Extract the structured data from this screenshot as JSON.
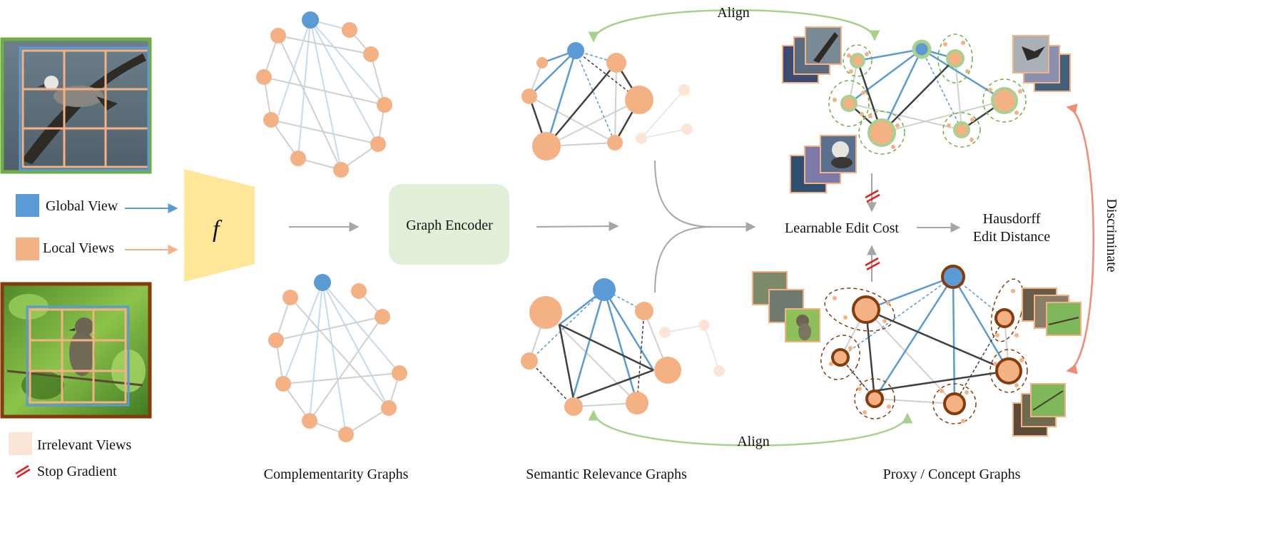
{
  "labels": {
    "align_top": "Align",
    "align_bottom": "Align",
    "global_view": "Global View",
    "local_views": "Local Views",
    "encoder_symbol": "f",
    "graph_encoder": "Graph Encoder",
    "learnable_edit_cost": "Learnable Edit Cost",
    "hausdorff_line1": "Hausdorff",
    "hausdorff_line2": "Edit Distance",
    "discriminate": "Discriminate",
    "irrelevant_views": "Irrelevant Views",
    "stop_gradient": "Stop Gradient",
    "complementarity_graphs": "Complementarity Graphs",
    "semantic_relevance_graphs": "Semantic Relevance Graphs",
    "proxy_concept_graphs": "Proxy / Concept Graphs"
  },
  "colors": {
    "global_blue": "#5b9bd5",
    "local_orange": "#f4b183",
    "irrelevant": "#fbe5d6",
    "encoder_yellow": "#ffe699",
    "graph_encoder_green": "#e2f0d9",
    "align_green": "#a9d18e",
    "discriminate_red": "#f08c74",
    "stop_gradient_red": "#e02020",
    "frame_green": "#70ad47",
    "frame_brown": "#843c0c",
    "dark_edge": "#404040",
    "gray_edge": "#c8c8c8"
  }
}
